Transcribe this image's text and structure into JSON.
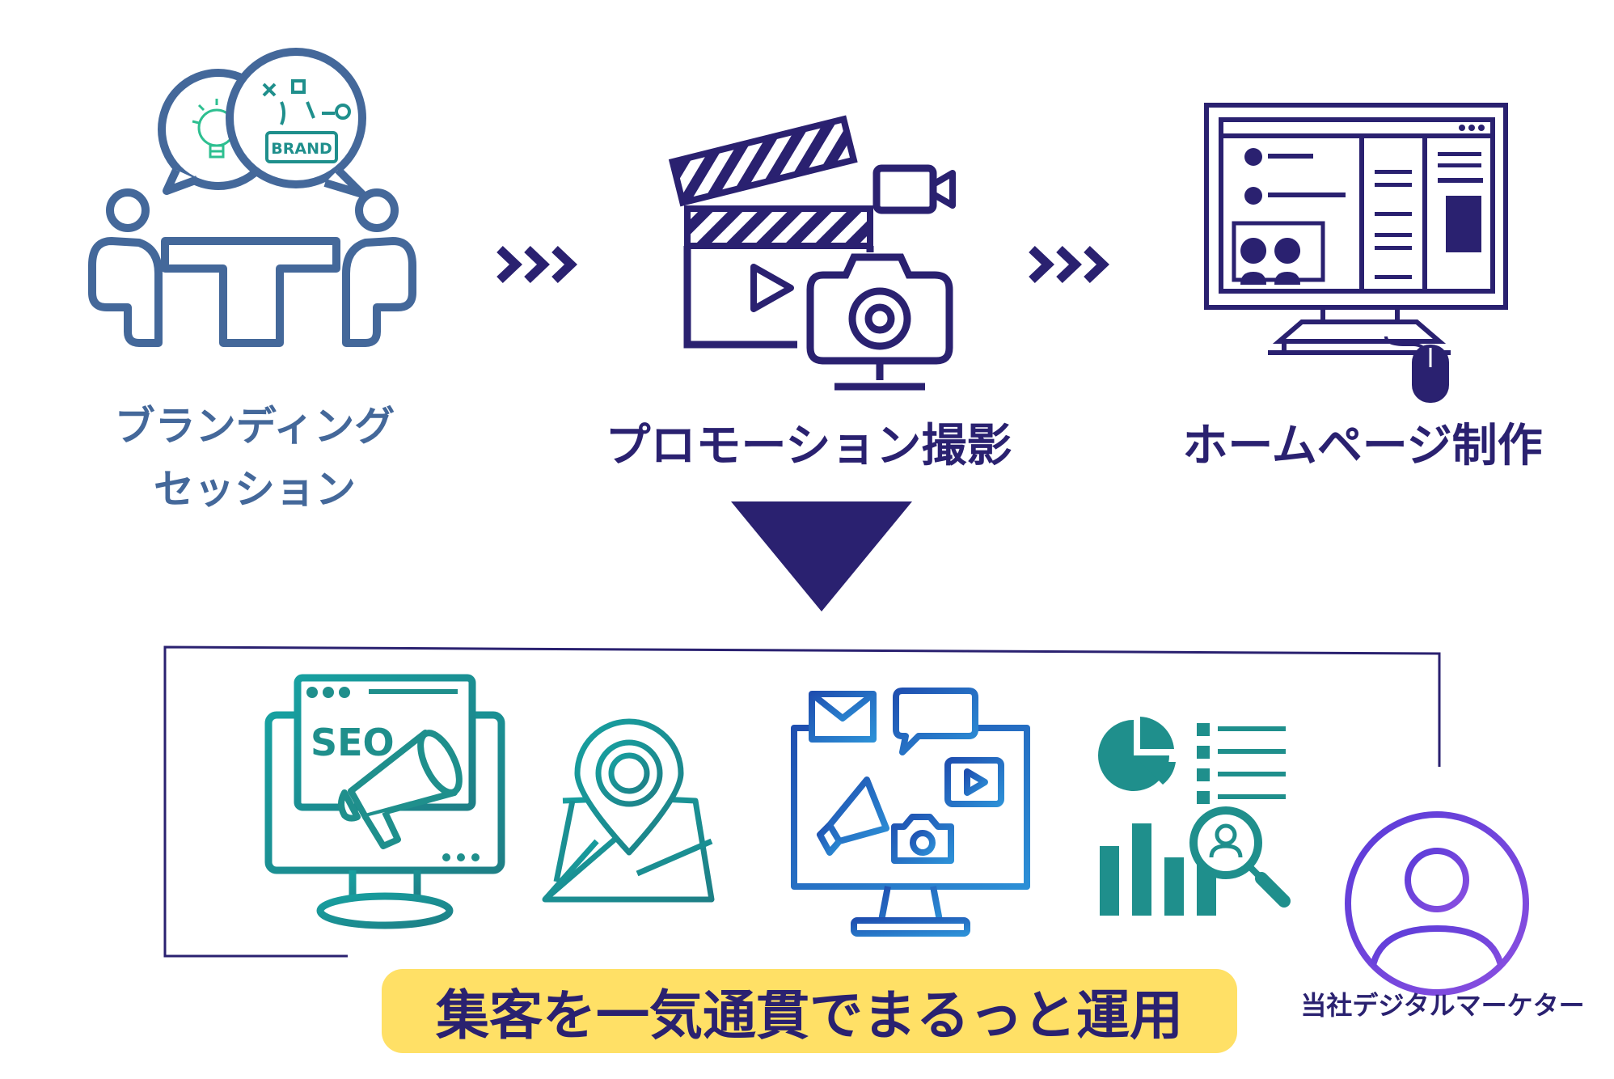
{
  "top_steps": [
    {
      "id": "branding",
      "label_line1": "ブランディング",
      "label_line2": "セッション",
      "badge": "BRAND"
    },
    {
      "id": "promotion",
      "label": "プロモーション撮影"
    },
    {
      "id": "homepage",
      "label": "ホームページ制作"
    }
  ],
  "bottom": {
    "seo_text": "SEO",
    "banner_text": "集客を一気通貫でまるっと運用",
    "marketer_label": "当社デジタルマーケター"
  },
  "colors": {
    "blue": "#44689a",
    "navy": "#2a2170",
    "teal": "#1f8f8c",
    "green": "#2dbf90",
    "banner": "#ffe066",
    "purple": "#6a3fd6"
  },
  "icons": [
    "meeting-icon",
    "clapperboard-icon",
    "video-camera-icon",
    "photo-camera-icon",
    "monitor-website-icon",
    "mouse-icon",
    "seo-monitor-icon",
    "map-pin-icon",
    "digital-marketing-monitor-icon",
    "analytics-icon",
    "user-avatar-icon"
  ]
}
